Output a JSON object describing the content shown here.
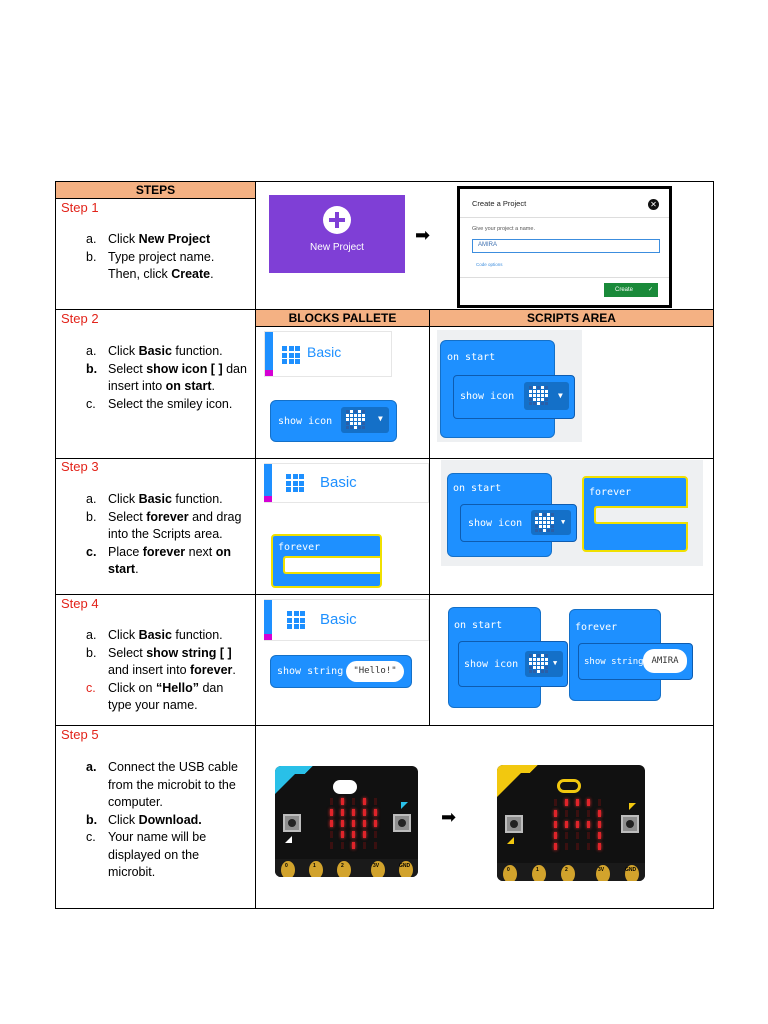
{
  "table": {
    "header_steps": "STEPS",
    "header_blocks": "BLOCKS PALLETE",
    "header_scripts": "SCRIPTS AREA"
  },
  "step1": {
    "title": "Step 1",
    "items": [
      {
        "marker": "a.",
        "parts": [
          "Click ",
          "New Project"
        ]
      },
      {
        "marker": "b.",
        "line1": "Type project name.",
        "line2a": "Then, click ",
        "line2b": "Create",
        "line2c": "."
      }
    ],
    "new_project_label": "New Project",
    "dialog": {
      "title": "Create a Project",
      "prompt": "Give your project a name.",
      "input_value": "AMIRA",
      "options": "Code options",
      "create_button": "Create"
    }
  },
  "step2": {
    "title": "Step 2",
    "a": [
      "Click ",
      "Basic",
      " function."
    ],
    "b": [
      "Select ",
      "show icon [  ]",
      " dan"
    ],
    "b2": [
      "insert into ",
      "on start",
      "."
    ],
    "c": "Select the smiley icon.",
    "markers": [
      "a.",
      "b.",
      "c."
    ],
    "basic_label": "Basic",
    "show_icon_label": "show icon",
    "on_start_label": "on start"
  },
  "step3": {
    "title": "Step 3",
    "a": [
      "Click ",
      "Basic",
      " function."
    ],
    "b1": [
      "Select ",
      "forever",
      " and drag"
    ],
    "b2": "into the Scripts area.",
    "c1": [
      "Place ",
      "forever",
      " next ",
      "on"
    ],
    "c2": [
      "start",
      "."
    ],
    "markers": [
      "a.",
      "b.",
      "c."
    ],
    "basic_label": "Basic",
    "forever_label": "forever",
    "on_start_label": "on start",
    "show_icon_label": "show icon"
  },
  "step4": {
    "title": "Step 4",
    "a": [
      "Click ",
      "Basic",
      " function."
    ],
    "b1": [
      "Select ",
      "show string [  ]"
    ],
    "b2": [
      "and insert into ",
      "forever",
      "."
    ],
    "c1": [
      "Click on ",
      "“Hello”",
      " dan"
    ],
    "c2": "type your name.",
    "markers": [
      "a.",
      "b.",
      "c."
    ],
    "basic_label": "Basic",
    "show_string_label": "show string",
    "hello_value": "\"Hello!\"",
    "on_start_label": "on start",
    "show_icon_label": "show icon",
    "forever_label": "forever",
    "amira_value": "AMIRA"
  },
  "step5": {
    "title": "Step 5",
    "a1": "Connect the USB cable",
    "a2": "from the microbit to the",
    "a3": "computer.",
    "b": [
      "Click ",
      "Download."
    ],
    "c1": "Your name will be",
    "c2": "displayed on the",
    "c3": "microbit.",
    "markers": [
      "a.",
      "b.",
      "c."
    ],
    "pins": [
      "0",
      "1",
      "2",
      "3V",
      "GND"
    ]
  },
  "colors": {
    "header_bg": "#f4b183",
    "step_title": "#e2231a",
    "new_project_bg": "#7f3fd6",
    "block_blue": "#1e90ff",
    "create_green": "#1a8a3a"
  }
}
